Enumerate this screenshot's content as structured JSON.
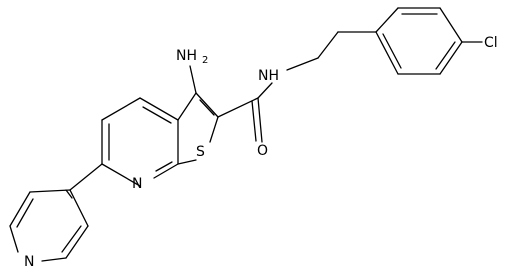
{
  "molecule": {
    "atom_labels": {
      "amine_n": "NH",
      "amine_h_count": "2",
      "amide_n": "NH",
      "amide_o": "O",
      "thiophene_s": "S",
      "pyridine_n_fused": "N",
      "pyridyl_n": "N",
      "chlorine": "Cl"
    }
  }
}
